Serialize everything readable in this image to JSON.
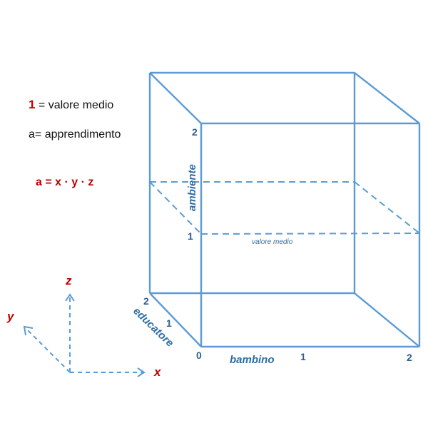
{
  "legend": {
    "item1_number": "1",
    "item1_text": " = valore medio",
    "item2_text": "a= apprendimento",
    "formula": "a = x · y · z"
  },
  "axes": {
    "x": "x",
    "y": "y",
    "z": "z"
  },
  "dimensions": {
    "vertical": "ambiente",
    "depth": "educatore",
    "horizontal": "bambino",
    "mid_label": "valore medio"
  },
  "ticks": {
    "vertical_2": "2",
    "vertical_1": "1",
    "depth_2": "2",
    "depth_1": "1",
    "origin": "0",
    "horizontal_1": "1",
    "horizontal_2": "2"
  },
  "colors": {
    "cube_line": "#5b9bd5",
    "accent_red": "#c00000",
    "label_blue": "#2e6da4"
  }
}
